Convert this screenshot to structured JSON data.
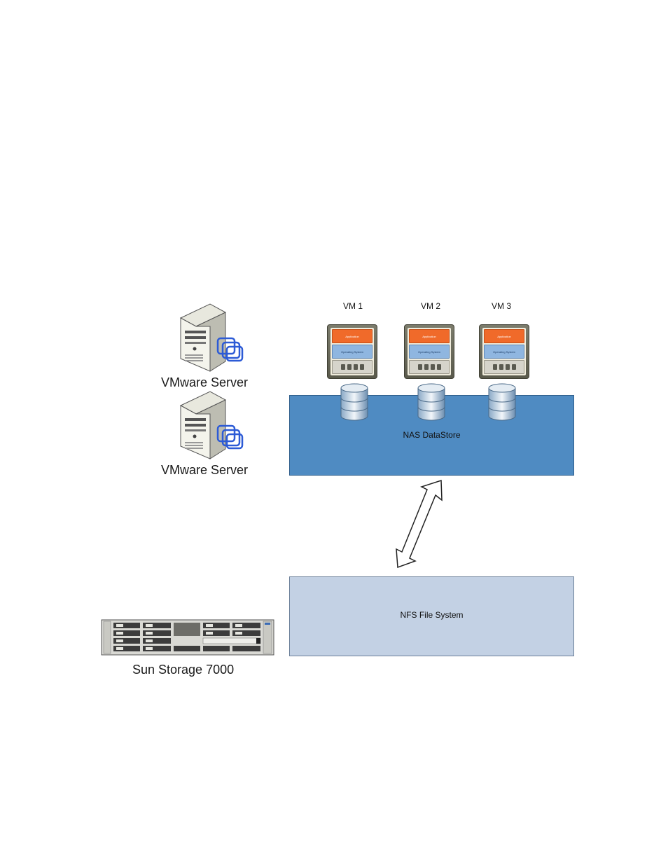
{
  "servers": [
    {
      "label": "VMware Server"
    },
    {
      "label": "VMware Server"
    }
  ],
  "vms": [
    {
      "title": "VM 1",
      "app_label": "Application",
      "os_label": "Operating System"
    },
    {
      "title": "VM 2",
      "app_label": "Application",
      "os_label": "Operating System"
    },
    {
      "title": "VM 3",
      "app_label": "Application",
      "os_label": "Operating System"
    }
  ],
  "nas": {
    "label": "NAS DataStore",
    "color": "#4f8bc2"
  },
  "nfs": {
    "label": "NFS File System",
    "color": "#c3d1e4"
  },
  "storage": {
    "label": "Sun Storage 7000"
  },
  "icons": [
    "server-tower-icon",
    "vmware-logo-icon",
    "database-icon",
    "double-arrow-icon",
    "storage-rack-icon"
  ]
}
